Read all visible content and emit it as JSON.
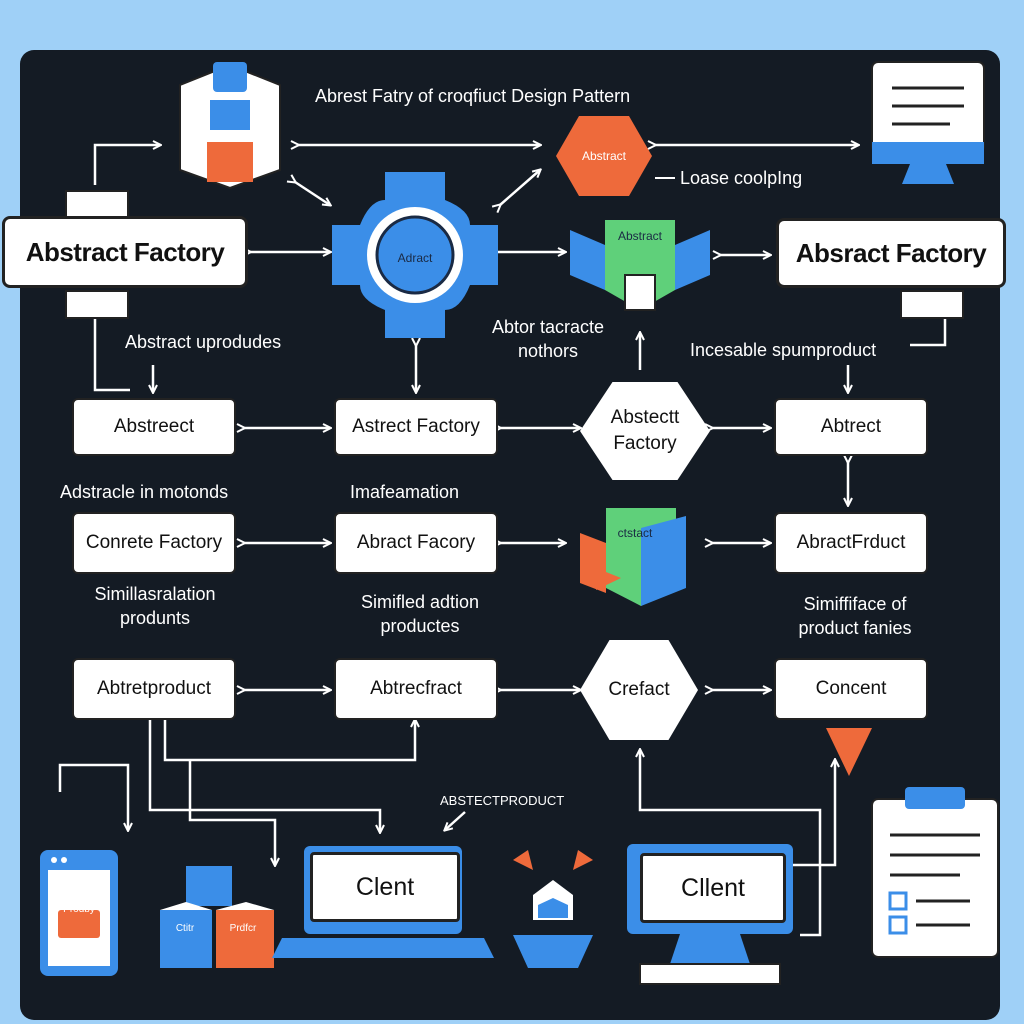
{
  "title": "Abrest Fatry of croqfiuct Design Pattern",
  "top_hexagon": "Abstract",
  "loose_coupling": "Loase coolpIng",
  "blue_gear": "Adract",
  "green_prism": "Abstract",
  "left_factory": "Abstract Factory",
  "right_factory": "Absract Factory",
  "labels": {
    "abstract_uproduces": "Abstract uprodudes",
    "abtor_methods": "Abtor tacracte\nnothors",
    "incesable": "Incesable spumproduct",
    "adstracle": "Adstracle in motonds",
    "imafeamation": "Imafeamation",
    "similaralation": "Simillasralation\nprodunts",
    "simified_adtion": "Simifled adtion\nproductes",
    "simififace": "Simiffiface of\nproduct fanies",
    "abstectproduct": "ABSTECTPRODUCT"
  },
  "row1": [
    "Abstreect",
    "Astrect Factory",
    "Abstectt\nFactory",
    "Abtrect"
  ],
  "row2": [
    "Conrete Factory",
    "Abract Facory",
    "ctstact",
    "AbractFrduct"
  ],
  "row3": [
    "Abtretproduct",
    "Abtrecfract",
    "Crefact",
    "Concent"
  ],
  "clients": [
    "Clent",
    "Cllent"
  ],
  "small_tags": [
    "Prodby",
    "Ctitr",
    "Prdfcr"
  ],
  "colors": {
    "board": "#141b24",
    "blue": "#3b8ee8",
    "orange": "#ee6a3b",
    "green": "#5fd07a",
    "background": "#9fd0f7"
  }
}
